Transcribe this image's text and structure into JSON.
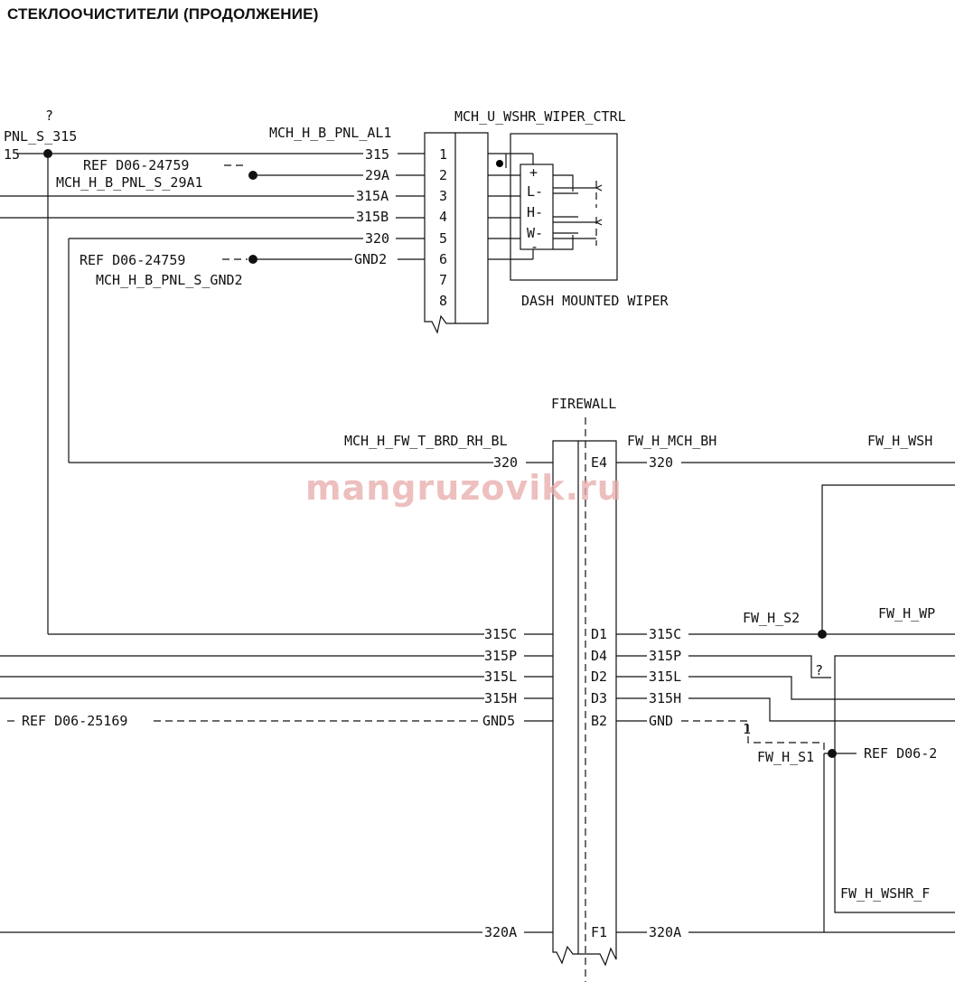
{
  "title": "СТЕКЛООЧИСТИТЕЛИ (ПРОДОЛЖЕНИЕ)",
  "watermark": "mangruzovik.ru",
  "labels": {
    "question_top": "?",
    "pnl_s_315": "PNL_S_315",
    "pnl_s_315_wire": "15",
    "connector_al1": "MCH_H_B_PNL_AL1",
    "wiper_ctrl": "MCH_U_WSHR_WIPER_CTRL",
    "ref_29a": "REF D06-24759",
    "splice_29a": "MCH_H_B_PNL_S_29A1",
    "ref_gnd2": "REF D06-24759",
    "splice_gnd2": "MCH_H_B_PNL_S_GND2",
    "dash_wiper": "DASH MOUNTED WIPER",
    "firewall": "FIREWALL",
    "fw_left_conn": "MCH_H_FW_T_BRD_RH_BL",
    "fw_right_conn": "FW_H_MCH_BH",
    "fw_h_wsh": "FW_H_WSH",
    "fw_h_s2": "FW_H_S2",
    "fw_h_wp": "FW_H_WP",
    "question_mid": "?",
    "ref_25169": "REF D06-25169",
    "fw_h_s1": "FW_H_S1",
    "ref_s1": "REF D06-2",
    "fw_h_wshr_f": "FW_H_WSHR_F",
    "gnd_tick": "1"
  },
  "switch_labels": [
    "+",
    "L-",
    "H-",
    "W-",
    "-"
  ],
  "connector_pins": [
    {
      "pin": "1",
      "wire": "315"
    },
    {
      "pin": "2",
      "wire": "29A"
    },
    {
      "pin": "3",
      "wire": "315A"
    },
    {
      "pin": "4",
      "wire": "315B"
    },
    {
      "pin": "5",
      "wire": "320"
    },
    {
      "pin": "6",
      "wire": "GND2"
    },
    {
      "pin": "7",
      "wire": ""
    },
    {
      "pin": "8",
      "wire": ""
    }
  ],
  "firewall_pins": [
    {
      "left": "320",
      "pin": "E4",
      "right": "320"
    },
    {
      "left": "315C",
      "pin": "D1",
      "right": "315C"
    },
    {
      "left": "315P",
      "pin": "D4",
      "right": "315P"
    },
    {
      "left": "315L",
      "pin": "D2",
      "right": "315L"
    },
    {
      "left": "315H",
      "pin": "D3",
      "right": "315H"
    },
    {
      "left": "GND5",
      "pin": "B2",
      "right": "GND"
    },
    {
      "left": "320A",
      "pin": "F1",
      "right": "320A"
    }
  ],
  "colors": {
    "line": "#111111",
    "watermark": "#e8aaaa"
  }
}
